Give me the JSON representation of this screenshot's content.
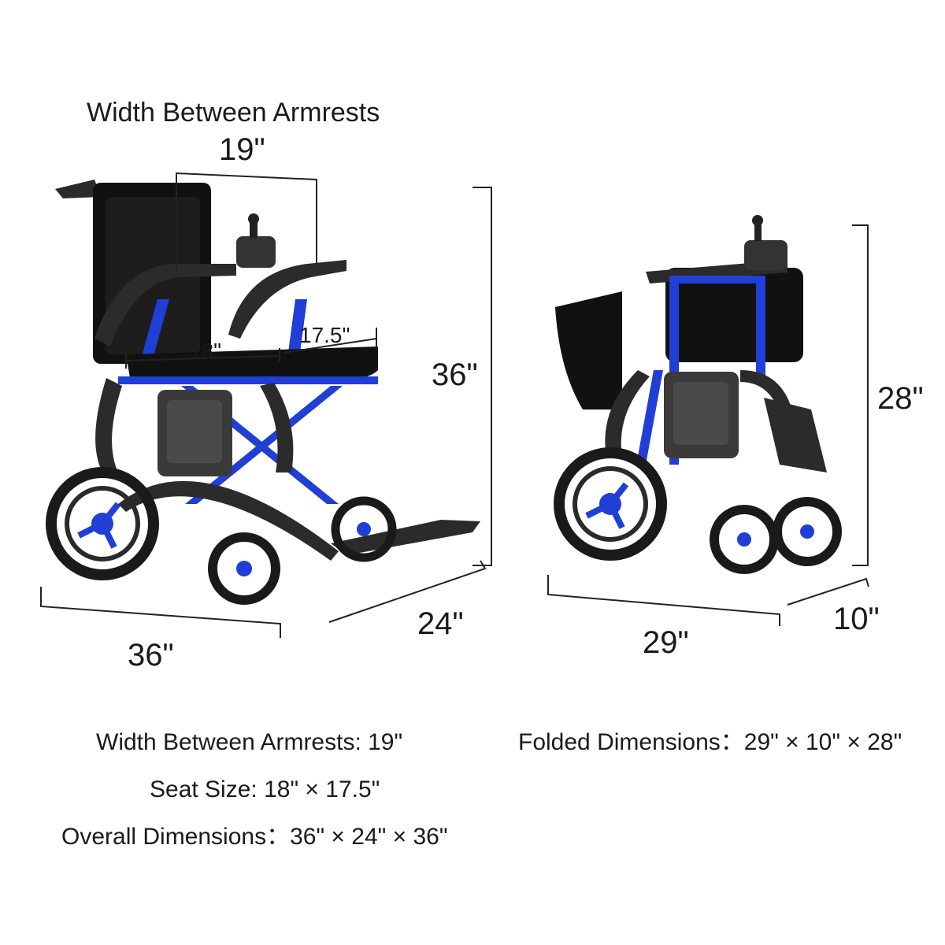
{
  "labels": {
    "armrest_heading": "Width Between Armrests",
    "armrest_value": "19\"",
    "seat_width": "18\"",
    "seat_depth": "17.5\"",
    "height_open": "36\"",
    "length_open": "36\"",
    "depth_open": "24\"",
    "height_folded": "28\"",
    "length_folded": "29\"",
    "depth_folded": "10\""
  },
  "specs": {
    "armrest": "Width Between Armrests: 19\"",
    "seat": "Seat Size: 18\" × 17.5\"",
    "overall": "Overall Dimensions：36\" × 24\" × 36\"",
    "folded": "Folded Dimensions：29\" × 10\" × 28\""
  },
  "colors": {
    "frame_blue": "#1f3fd6",
    "carbon": "#2b2b2b",
    "seat_black": "#111111",
    "line": "#222222"
  }
}
